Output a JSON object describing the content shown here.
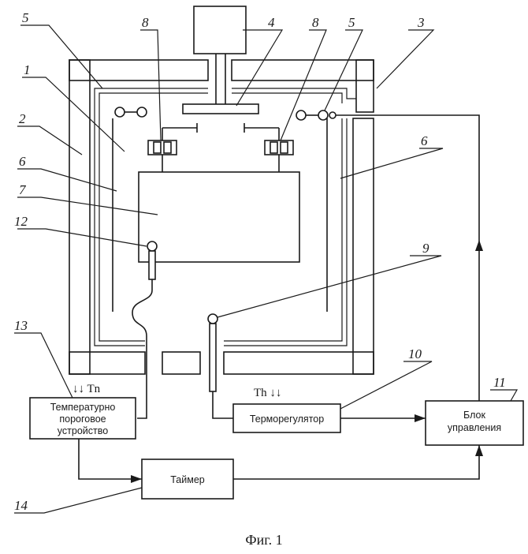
{
  "numbers": {
    "n1": "1",
    "n2": "2",
    "n3": "3",
    "n4": "4",
    "n5a": "5",
    "n5b": "5",
    "n6a": "6",
    "n6b": "6",
    "n7": "7",
    "n8a": "8",
    "n8b": "8",
    "n9": "9",
    "n10": "10",
    "n11": "11",
    "n12": "12",
    "n13": "13",
    "n14": "14"
  },
  "blocks": {
    "threshold": [
      "Температурно",
      "пороговое",
      "устройство"
    ],
    "thermoregulator": "Терморегулятор",
    "control": [
      "Блок",
      "управления"
    ],
    "timer": "Таймер"
  },
  "symbols": {
    "t_left": "↓↓ Tn",
    "t_right": "Th ↓↓"
  },
  "caption": "Фиг. 1"
}
